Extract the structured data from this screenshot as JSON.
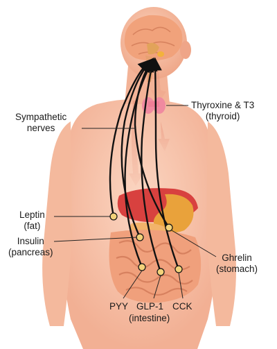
{
  "labels": {
    "sympathetic": {
      "line1": "Sympathetic",
      "line2": "nerves"
    },
    "thyroxine": {
      "line1": "Thyroxine & T3",
      "line2": "(thyroid)"
    },
    "leptin": {
      "line1": "Leptin",
      "line2": "(fat)"
    },
    "insulin": {
      "line1": "Insulin",
      "line2": "(pancreas)"
    },
    "ghrelin": {
      "line1": "Ghrelin",
      "line2": "(stomach)"
    },
    "pyy": "PYY",
    "glp1": "GLP-1",
    "cck": "CCK",
    "intestine": "(intestine)"
  },
  "colors": {
    "skin": "#f7c3a8",
    "skin_shade": "#f0a98a",
    "brain": "#f2a07a",
    "liver": "#d8413f",
    "stomach": "#e6a03a",
    "intestine": "#f0a07c",
    "thyroid": "#f08aa0",
    "nerve": "#111111",
    "hormone_marker": "#f3b23c"
  }
}
